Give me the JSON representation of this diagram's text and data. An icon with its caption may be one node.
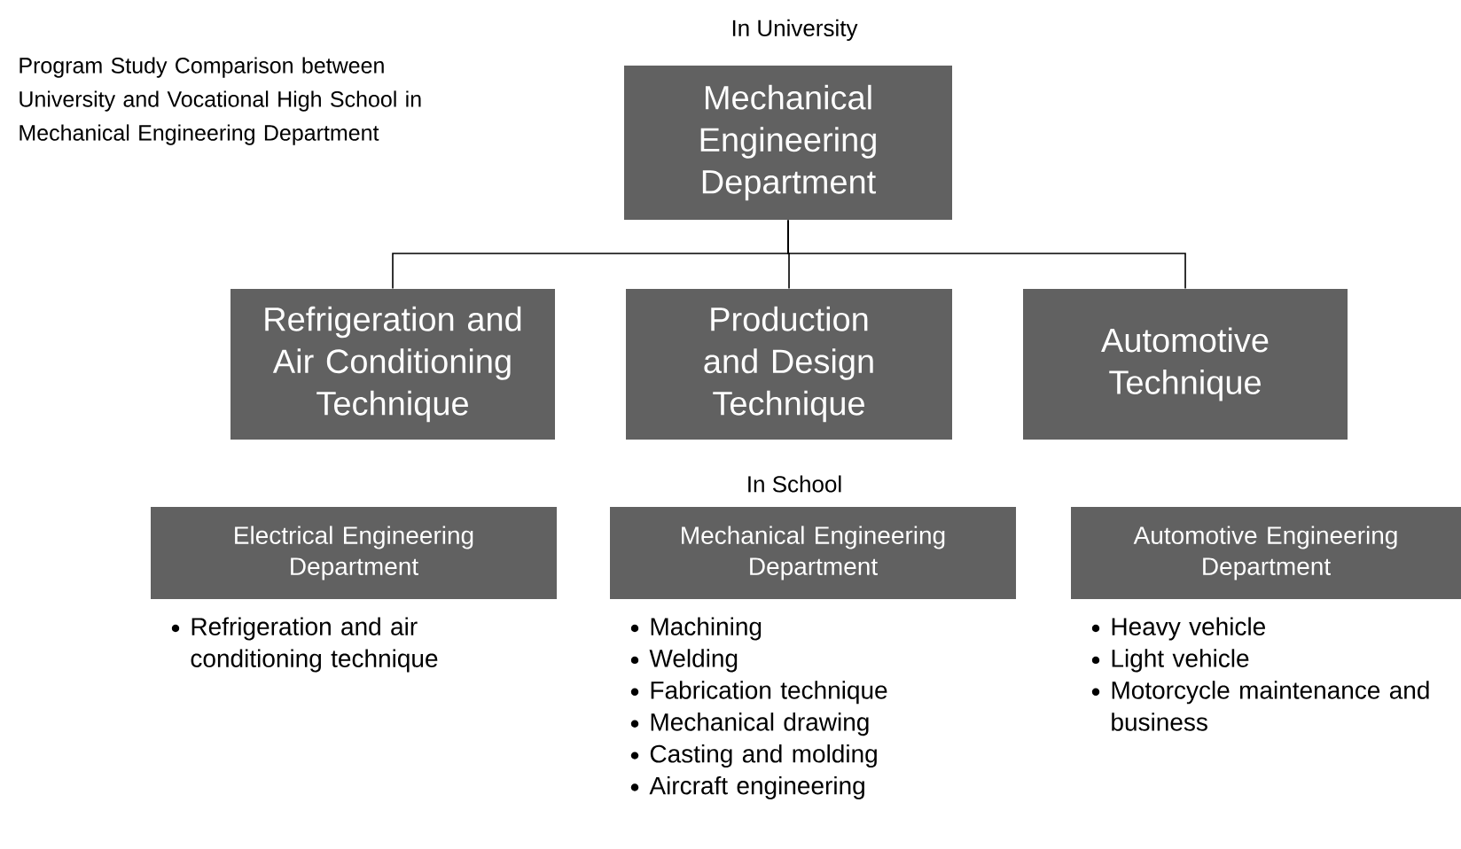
{
  "diagram": {
    "title": "Program Study Comparison between University and Vocational High School in Mechanical Engineering Department",
    "nodes": [
      {
        "text": [
          "Mechanical Engineering Department"
        ]
      },
      {
        "text": [
          "Refrigeration and Air Conditioning Technique"
        ]
      },
      {
        "text": [
          "Production and Design Technique"
        ]
      },
      {
        "text": [
          "Automotive Technique"
        ]
      },
      {
        "text": [
          "Electrical Engineering Department"
        ],
        "beside": [
          "Refrigeration and air conditioning technique"
        ]
      },
      {
        "text": [
          "Mechanical Engineering Department"
        ],
        "beside": [
          "Machining",
          "Welding",
          "Fabrication technique",
          "Mechanical drawing",
          "Casting and molding",
          "Aircraft engineering"
        ]
      },
      {
        "text": [
          "Automotive Engineering Department"
        ],
        "beside": [
          "Heavy vehicle",
          "Light vehicle",
          "Motorcycle maintenance and business"
        ]
      }
    ],
    "edges": [
      {
        "from": 0,
        "to": 1,
        "arrow": "none"
      },
      {
        "from": 0,
        "to": 2,
        "arrow": "none"
      },
      {
        "from": 0,
        "to": 3,
        "arrow": "none"
      }
    ],
    "labels": [
      "In University",
      "In School"
    ]
  }
}
